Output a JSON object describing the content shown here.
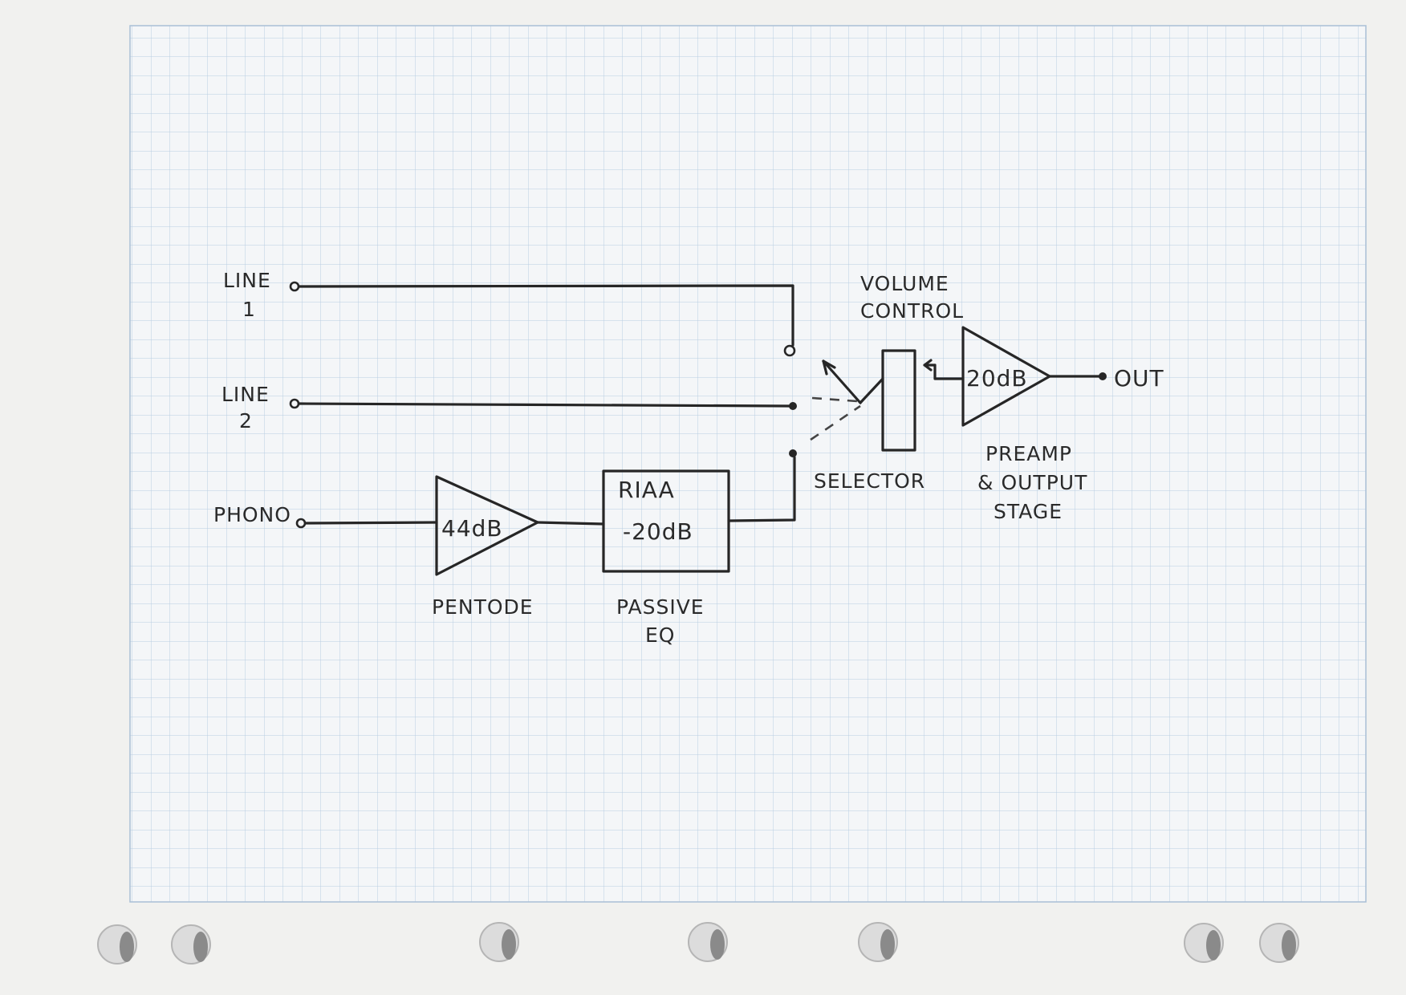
{
  "colors": {
    "paper": "#f4f6f8",
    "grid": "#b8cce0",
    "ink": "#262626"
  },
  "inputs": {
    "line1": {
      "label_top": "LINE",
      "label_bottom": "1"
    },
    "line2": {
      "label_top": "LINE",
      "label_bottom": "2"
    },
    "phono": {
      "label": "PHONO"
    }
  },
  "blocks": {
    "pentode": {
      "gain": "44dB",
      "caption": "PENTODE"
    },
    "riaa": {
      "title": "RIAA",
      "gain": "-20dB",
      "caption_line1": "PASSIVE",
      "caption_line2": "EQ"
    },
    "selector": {
      "caption": "SELECTOR"
    },
    "volume": {
      "caption_line1": "VOLUME",
      "caption_line2": "CONTROL"
    },
    "preamp": {
      "gain": "20dB",
      "caption_line1": "PREAMP",
      "caption_line2": "& OUTPUT",
      "caption_line3": "STAGE"
    }
  },
  "output": {
    "label": "OUT"
  }
}
